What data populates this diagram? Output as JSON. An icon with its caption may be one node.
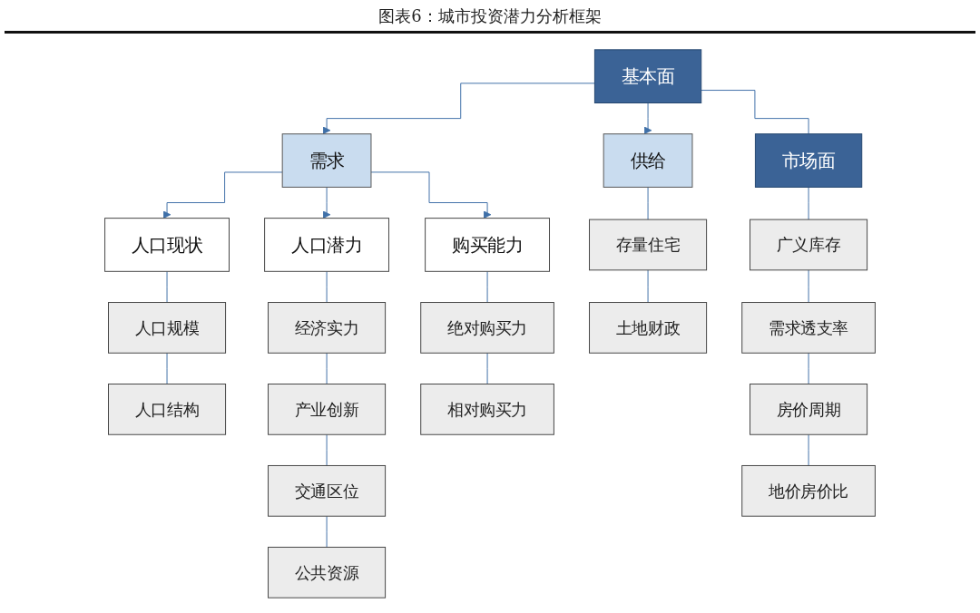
{
  "diagram": {
    "title": "图表6：城市投资潜力分析框架",
    "nodes": [
      {
        "text": [
          "基本面"
        ]
      },
      {
        "text": [
          "市场面"
        ]
      },
      {
        "text": [
          "需求"
        ]
      },
      {
        "text": [
          "供给"
        ]
      },
      {
        "text": [
          "人口现状"
        ]
      },
      {
        "text": [
          "人口潜力"
        ]
      },
      {
        "text": [
          "购买能力"
        ]
      },
      {
        "text": [
          "人口规模"
        ]
      },
      {
        "text": [
          "人口结构"
        ]
      },
      {
        "text": [
          "经济实力"
        ]
      },
      {
        "text": [
          "产业创新"
        ]
      },
      {
        "text": [
          "交通区位"
        ]
      },
      {
        "text": [
          "公共资源"
        ]
      },
      {
        "text": [
          "绝对购买力"
        ]
      },
      {
        "text": [
          "相对购买力"
        ]
      },
      {
        "text": [
          "存量住宅"
        ]
      },
      {
        "text": [
          "土地财政"
        ]
      },
      {
        "text": [
          "广义库存"
        ]
      },
      {
        "text": [
          "需求透支率"
        ]
      },
      {
        "text": [
          "房价周期"
        ]
      },
      {
        "text": [
          "地价房价比"
        ]
      }
    ],
    "edges": [
      {
        "from": 0,
        "to": 1,
        "arrow": "none"
      },
      {
        "from": 0,
        "to": 2,
        "arrow": "to"
      },
      {
        "from": 0,
        "to": 3,
        "arrow": "to"
      },
      {
        "from": 2,
        "to": 4,
        "arrow": "to"
      },
      {
        "from": 2,
        "to": 5,
        "arrow": "to"
      },
      {
        "from": 2,
        "to": 6,
        "arrow": "to"
      },
      {
        "from": 4,
        "to": 7,
        "arrow": "none"
      },
      {
        "from": 7,
        "to": 8,
        "arrow": "none"
      },
      {
        "from": 5,
        "to": 9,
        "arrow": "none"
      },
      {
        "from": 9,
        "to": 10,
        "arrow": "none"
      },
      {
        "from": 10,
        "to": 11,
        "arrow": "none"
      },
      {
        "from": 11,
        "to": 12,
        "arrow": "none"
      },
      {
        "from": 6,
        "to": 13,
        "arrow": "none"
      },
      {
        "from": 13,
        "to": 14,
        "arrow": "none"
      },
      {
        "from": 3,
        "to": 15,
        "arrow": "none"
      },
      {
        "from": 15,
        "to": 16,
        "arrow": "none"
      },
      {
        "from": 1,
        "to": 17,
        "arrow": "none"
      },
      {
        "from": 17,
        "to": 18,
        "arrow": "none"
      },
      {
        "from": 18,
        "to": 19,
        "arrow": "none"
      },
      {
        "from": 19,
        "to": 20,
        "arrow": "none"
      }
    ]
  }
}
